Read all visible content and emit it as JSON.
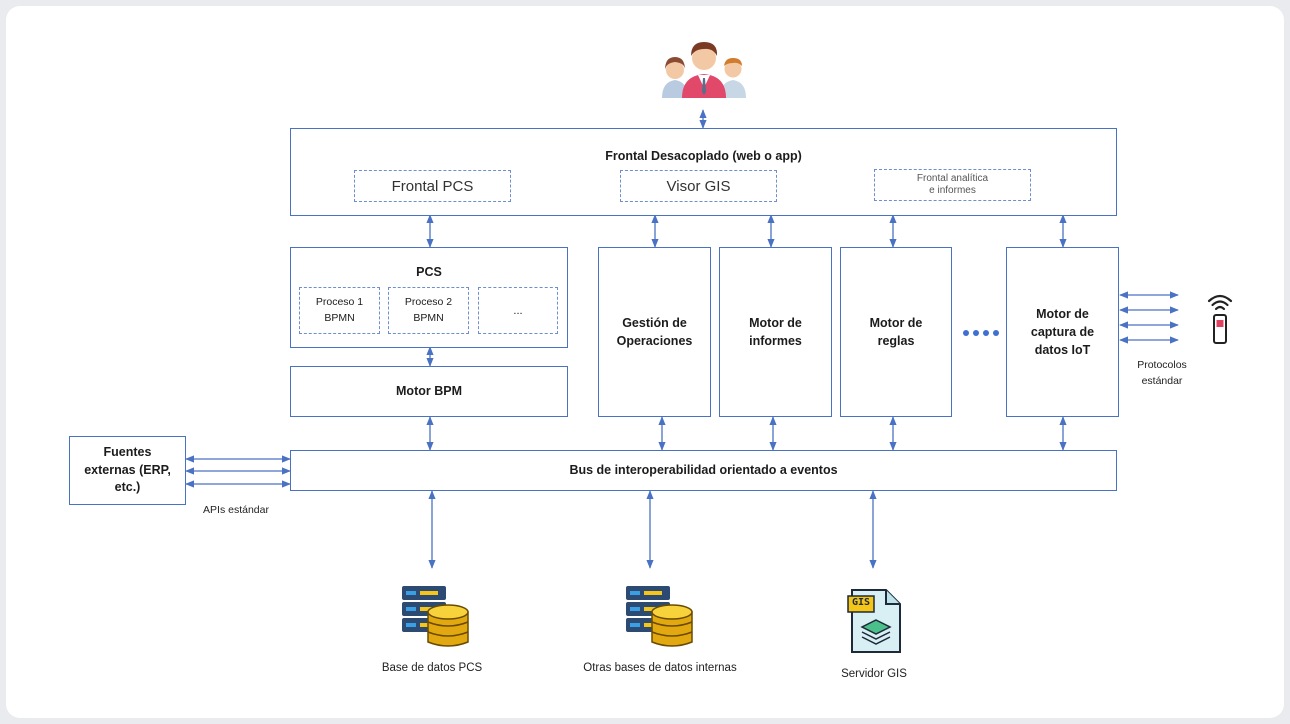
{
  "diagram": {
    "users_icon": "users-group-icon",
    "frontal": {
      "title": "Frontal Desacoplado (web o app)",
      "frontal_pcs": "Frontal PCS",
      "visor_gis": "Visor GIS",
      "frontal_analitica": "Frontal analítica e informes"
    },
    "pcs": {
      "title": "PCS",
      "proceso1": "Proceso 1 BPMN",
      "proceso2": "Proceso 2 BPMN",
      "ellipsis": "..."
    },
    "motor_bpm": "Motor BPM",
    "gestion": "Gestión de Operaciones",
    "motor_informes": "Motor de informes",
    "motor_reglas": "Motor de reglas",
    "motor_iot": "Motor de captura de datos IoT",
    "protocolos": "Protocolos estándar",
    "iot_icon": "iot-sensor-icon",
    "fuentes": "Fuentes externas (ERP, etc.)",
    "apis": "APIs estándar",
    "bus": "Bus de interoperabilidad orientado a eventos",
    "db_pcs": "Base de datos PCS",
    "db_otras": "Otras bases de datos internas",
    "servidor_gis": "Servidor GIS",
    "gis_badge": "GIS",
    "colors": {
      "line": "#4a72c4",
      "arrow": "#4a72c4",
      "dots": "#3f6fd0"
    }
  }
}
